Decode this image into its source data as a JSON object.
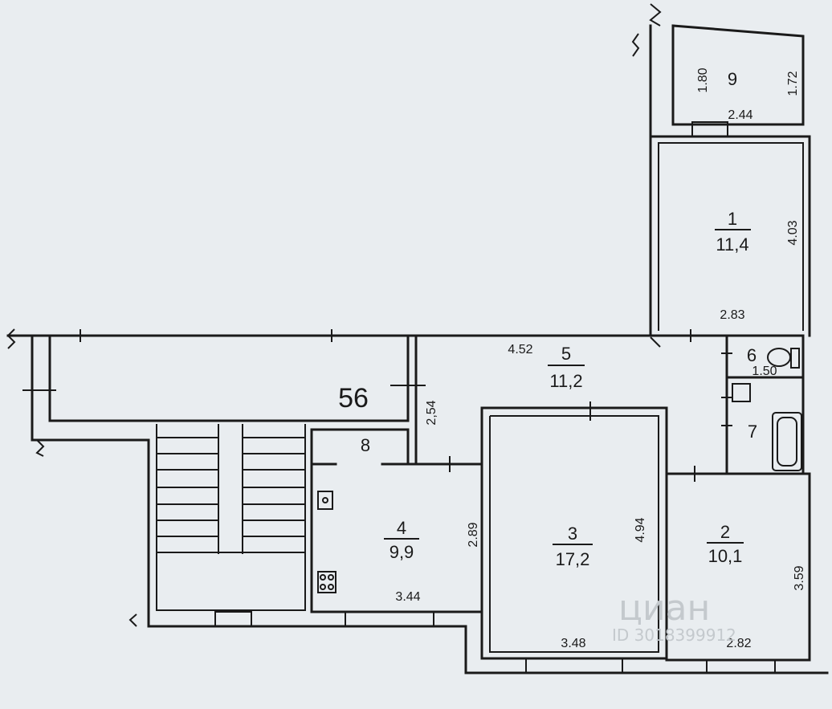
{
  "building_number": "56",
  "rooms": [
    {
      "id": "1",
      "area": "11,4",
      "dims": [
        "4.03",
        "2.83"
      ]
    },
    {
      "id": "2",
      "area": "10,1",
      "dims": [
        "3.59",
        "2.82"
      ]
    },
    {
      "id": "3",
      "area": "17,2",
      "dims": [
        "4.94",
        "3.48"
      ]
    },
    {
      "id": "4",
      "area": "9,9",
      "dims": [
        "2.89",
        "3.44"
      ]
    },
    {
      "id": "5",
      "area": "11,2",
      "dims": [
        "4.52",
        "2,54"
      ]
    },
    {
      "id": "6",
      "dims": [
        "1.50"
      ]
    },
    {
      "id": "7"
    },
    {
      "id": "8"
    },
    {
      "id": "9",
      "dims": [
        "1.80",
        "1.72",
        "2.44"
      ]
    }
  ],
  "watermark": {
    "brand": "циан",
    "id_text": "ID 3018399912"
  }
}
